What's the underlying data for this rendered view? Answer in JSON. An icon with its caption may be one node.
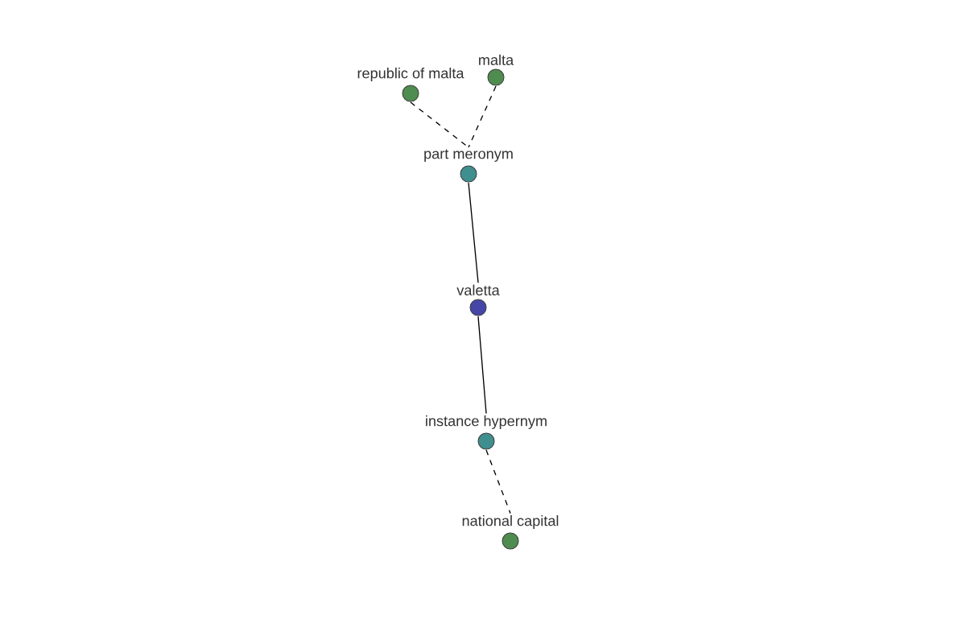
{
  "diagram": {
    "nodes": [
      {
        "text": [
          "republic of malta"
        ]
      },
      {
        "text": [
          "malta"
        ]
      },
      {
        "text": [
          "part meronym"
        ]
      },
      {
        "text": [
          "valetta"
        ]
      },
      {
        "text": [
          "instance hypernym"
        ]
      },
      {
        "text": [
          "national capital"
        ]
      }
    ],
    "edges": [
      {
        "from": 0,
        "to": 2,
        "arrow": "none",
        "style": "dashed"
      },
      {
        "from": 1,
        "to": 2,
        "arrow": "none",
        "style": "dashed"
      },
      {
        "from": 2,
        "to": 3,
        "arrow": "none"
      },
      {
        "from": 3,
        "to": 4,
        "arrow": "none"
      },
      {
        "from": 4,
        "to": 5,
        "arrow": "none",
        "style": "dashed"
      }
    ]
  }
}
